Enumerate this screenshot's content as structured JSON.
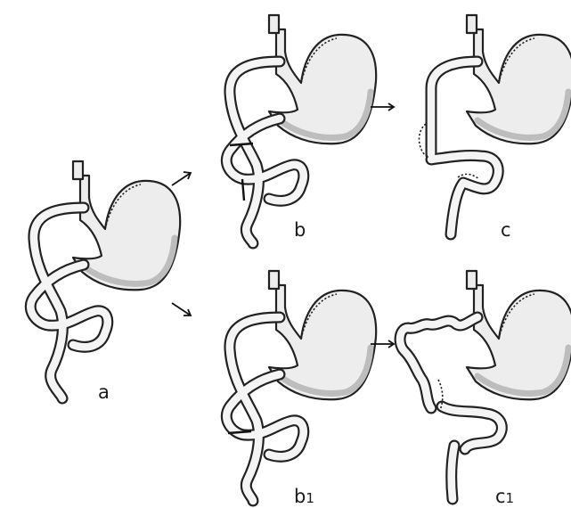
{
  "figure": {
    "panels": [
      {
        "id": "a",
        "label": "a",
        "sub": ""
      },
      {
        "id": "b",
        "label": "b",
        "sub": ""
      },
      {
        "id": "c",
        "label": "c",
        "sub": ""
      },
      {
        "id": "b1",
        "label": "b",
        "sub": "1"
      },
      {
        "id": "c1",
        "label": "c",
        "sub": "1"
      }
    ],
    "colors": {
      "outline": "#222222",
      "fill": "#ededed",
      "background": "#ffffff"
    }
  }
}
